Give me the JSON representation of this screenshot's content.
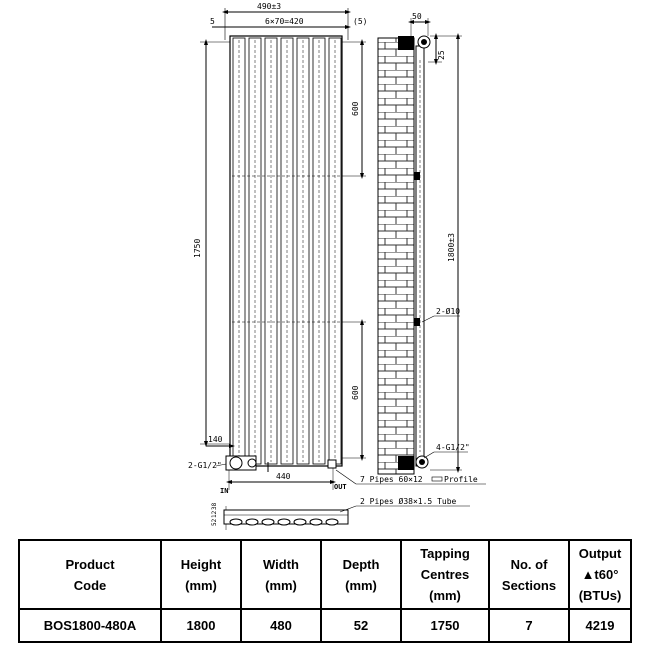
{
  "drawing": {
    "front": {
      "overall_width": "490±3",
      "left_offset": "5",
      "pipe_spacing": "6×70=420",
      "right_offset": "(5)",
      "height": "1750",
      "upper_bracket": "600",
      "lower_bracket": "600",
      "bottom_offset": "140",
      "bottom_width": "440",
      "inlet_thread": "2-G1/2\"",
      "inlet_label": "IN",
      "outlet_label": "OUT"
    },
    "side": {
      "depth": "50",
      "top_offset": "25",
      "overall_height": "1800±3",
      "pipe_diameter": "2-Ø10",
      "thread_label": "4-G1/2\""
    },
    "profile": {
      "pipes_profile": "7 Pipes 60×12",
      "profile_word": "Profile",
      "tube_note": "2 Pipes Ø38×1.5 Tube"
    },
    "section": {
      "dims": [
        "12",
        "52",
        "38"
      ]
    }
  },
  "table": {
    "headers": [
      [
        "Product",
        "Code"
      ],
      [
        "Height",
        "(mm)"
      ],
      [
        "Width",
        "(mm)"
      ],
      [
        "Depth",
        "(mm)"
      ],
      [
        "Tapping",
        "Centres",
        "(mm)"
      ],
      [
        "No. of",
        "Sections"
      ],
      [
        "Output",
        "▲t60° (BTUs)"
      ]
    ],
    "row": [
      "BOS1800-480A",
      "1800",
      "480",
      "52",
      "1750",
      "7",
      "4219"
    ]
  }
}
